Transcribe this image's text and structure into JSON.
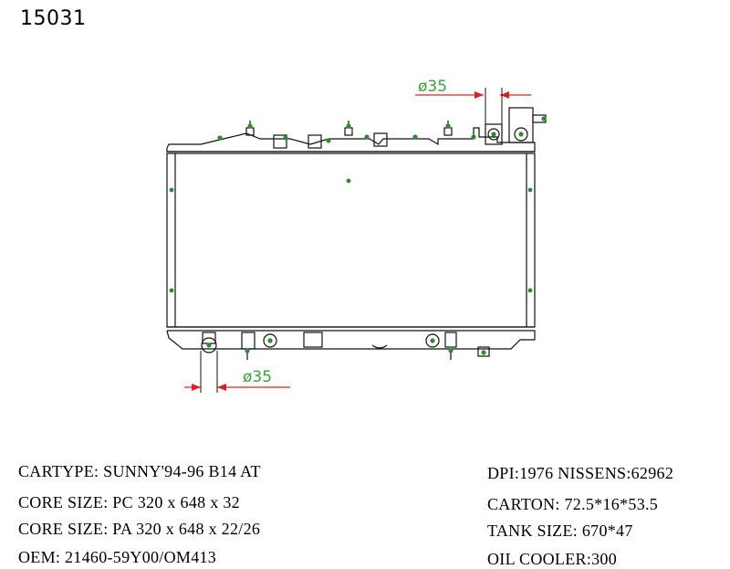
{
  "part_number": "15031",
  "dimension_top": "ø35",
  "dimension_bottom": "ø35",
  "specs_left": [
    "CARTYPE: SUNNY'94-96  B14 AT",
    "CORE SIZE: PC  320 x 648 x 32",
    "CORE SIZE: PA  320 x 648 x 22/26",
    "OEM: 21460-59Y00/OM413"
  ],
  "specs_right": [
    "DPI:1976  NISSENS:62962",
    "CARTON:  72.5*16*53.5",
    "TANK SIZE: 670*47",
    "OIL COOLER:300"
  ],
  "colors": {
    "line": "#111111",
    "dimension_green": "#3aa33a",
    "dimension_red": "#e02020",
    "fastener_green": "#2e8b2e"
  }
}
